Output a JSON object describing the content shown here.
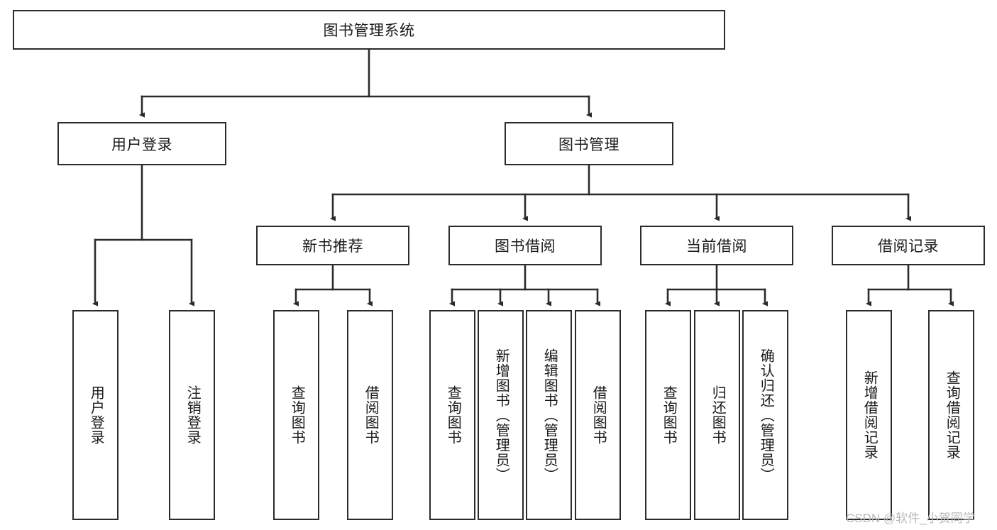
{
  "diagram": {
    "title": "图书管理系统",
    "type": "tree-hierarchy",
    "watermark": "CSDN @软件_小贺同学",
    "colors": {
      "box_border": "#2b2b2b",
      "box_fill": "#ffffff",
      "connector": "#2b2b2b",
      "text": "#1b1b1b",
      "watermark": "#b9b9b9",
      "background": "#ffffff"
    },
    "root": {
      "label": "图书管理系统"
    },
    "level2": [
      {
        "label": "用户登录"
      },
      {
        "label": "图书管理"
      }
    ],
    "level3": [
      {
        "label": "新书推荐"
      },
      {
        "label": "图书借阅"
      },
      {
        "label": "当前借阅"
      },
      {
        "label": "借阅记录"
      }
    ],
    "leaves": {
      "user_login": [
        {
          "label": "用户登录"
        },
        {
          "label": "注销登录"
        }
      ],
      "new_book_recommend": [
        {
          "label": "查询图书"
        },
        {
          "label": "借阅图书"
        }
      ],
      "book_borrow": [
        {
          "label": "查询图书"
        },
        {
          "label": "新增图书（管理员）"
        },
        {
          "label": "编辑图书（管理员）"
        },
        {
          "label": "借阅图书"
        }
      ],
      "current_borrow": [
        {
          "label": "查询图书"
        },
        {
          "label": "归还图书"
        },
        {
          "label": "确认归还（管理员）"
        }
      ],
      "borrow_record": [
        {
          "label": "新增借阅记录"
        },
        {
          "label": "查询借阅记录"
        }
      ]
    }
  }
}
